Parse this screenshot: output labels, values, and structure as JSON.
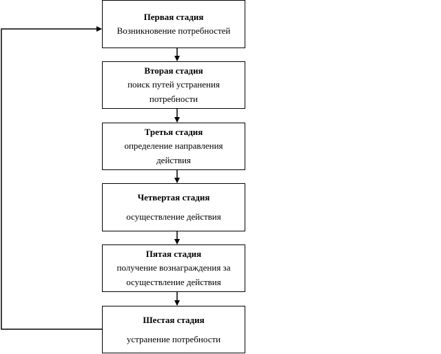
{
  "stages": [
    {
      "title": "Первая стадия",
      "lines": [
        "Возникновение потребностей"
      ]
    },
    {
      "title": "Вторая стадия",
      "lines": [
        "поиск путей устранения",
        "потребности"
      ]
    },
    {
      "title": "Третья стадия",
      "lines": [
        "определение направления",
        "действия"
      ]
    },
    {
      "title": "Четвертая стадия",
      "lines": [
        "осуществление действия"
      ]
    },
    {
      "title": "Пятая стадия",
      "lines": [
        "получение вознаграждения за",
        "осуществление действия"
      ]
    },
    {
      "title": "Шестая стадия",
      "lines": [
        "устранение потребности"
      ]
    }
  ]
}
